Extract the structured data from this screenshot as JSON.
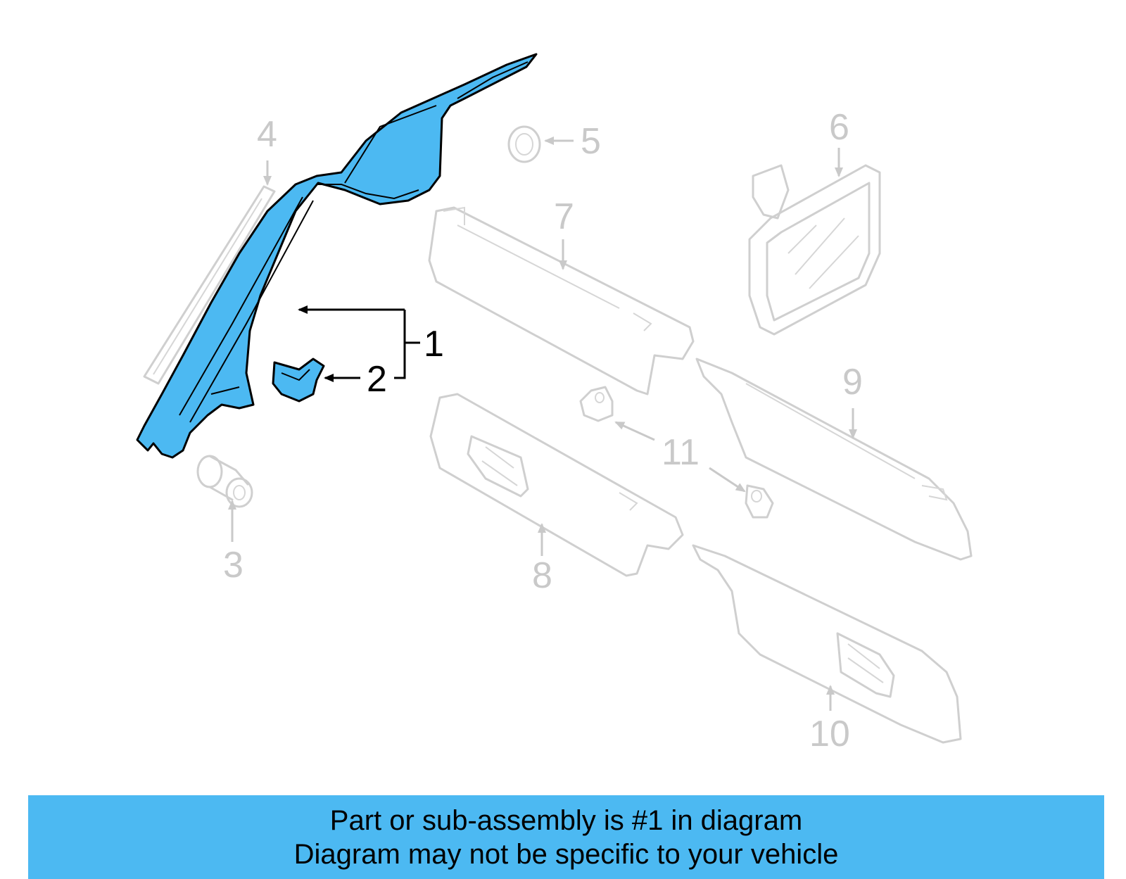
{
  "diagram": {
    "highlight_color": "#4cb9f2",
    "ghost_color": "#cfcfcf",
    "callouts": [
      {
        "id": "1",
        "label": "1",
        "highlighted": true
      },
      {
        "id": "2",
        "label": "2",
        "highlighted": true
      },
      {
        "id": "3",
        "label": "3",
        "highlighted": false
      },
      {
        "id": "4",
        "label": "4",
        "highlighted": false
      },
      {
        "id": "5",
        "label": "5",
        "highlighted": false
      },
      {
        "id": "6",
        "label": "6",
        "highlighted": false
      },
      {
        "id": "7",
        "label": "7",
        "highlighted": false
      },
      {
        "id": "8",
        "label": "8",
        "highlighted": false
      },
      {
        "id": "9",
        "label": "9",
        "highlighted": false
      },
      {
        "id": "10",
        "label": "10",
        "highlighted": false
      },
      {
        "id": "11",
        "label": "11",
        "highlighted": false
      }
    ]
  },
  "banner": {
    "line1": "Part or sub-assembly is #1 in diagram",
    "line2": "Diagram may not be specific to your vehicle",
    "background": "#4cb9f2"
  }
}
